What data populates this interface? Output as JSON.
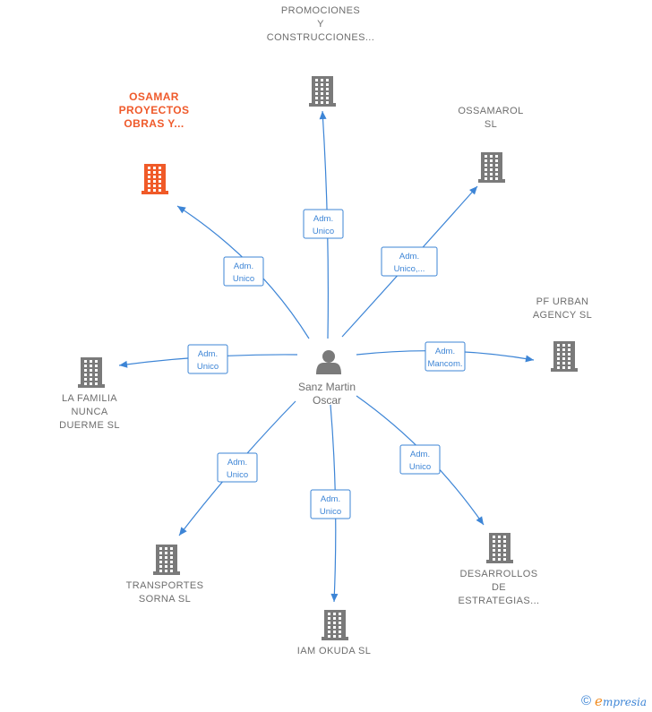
{
  "center": {
    "label_lines": [
      "Sanz Martin",
      "Oscar"
    ],
    "icon": "person-icon"
  },
  "nodes": [
    {
      "id": "osamar",
      "label_lines": [
        "OSAMAR",
        "PROYECTOS",
        "OBRAS Y..."
      ],
      "icon": "building-icon",
      "highlight": true,
      "edge_label_lines": [
        "Adm.",
        "Unico"
      ]
    },
    {
      "id": "promociones",
      "label_lines": [
        "PROMOCIONES",
        "Y",
        "CONSTRUCCIONES..."
      ],
      "icon": "building-icon",
      "highlight": false,
      "edge_label_lines": [
        "Adm.",
        "Unico"
      ]
    },
    {
      "id": "ossamarol",
      "label_lines": [
        "OSSAMAROL",
        "SL"
      ],
      "icon": "building-icon",
      "highlight": false,
      "edge_label_lines": [
        "Adm.",
        "Unico,..."
      ]
    },
    {
      "id": "pf-urban",
      "label_lines": [
        "PF URBAN",
        "AGENCY SL"
      ],
      "icon": "building-icon",
      "highlight": false,
      "edge_label_lines": [
        "Adm.",
        "Mancom."
      ]
    },
    {
      "id": "la-familia",
      "label_lines": [
        "LA FAMILIA",
        "NUNCA",
        "DUERME SL"
      ],
      "icon": "building-icon",
      "highlight": false,
      "edge_label_lines": [
        "Adm.",
        "Unico"
      ]
    },
    {
      "id": "transportes",
      "label_lines": [
        "TRANSPORTES",
        "SORNA  SL"
      ],
      "icon": "building-icon",
      "highlight": false,
      "edge_label_lines": [
        "Adm.",
        "Unico"
      ]
    },
    {
      "id": "iam-okuda",
      "label_lines": [
        "IAM OKUDA  SL"
      ],
      "icon": "building-icon",
      "highlight": false,
      "edge_label_lines": [
        "Adm.",
        "Unico"
      ]
    },
    {
      "id": "desarrollos",
      "label_lines": [
        "DESARROLLOS",
        "DE",
        "ESTRATEGIAS..."
      ],
      "icon": "building-icon",
      "highlight": false,
      "edge_label_lines": [
        "Adm.",
        "Unico"
      ]
    }
  ],
  "colors": {
    "edge": "#3d85d6",
    "node": "#7a7a7a",
    "highlight": "#f05a28"
  },
  "footer": {
    "copyright_symbol": "©",
    "brand_first": "e",
    "brand_rest": "mpresia"
  }
}
